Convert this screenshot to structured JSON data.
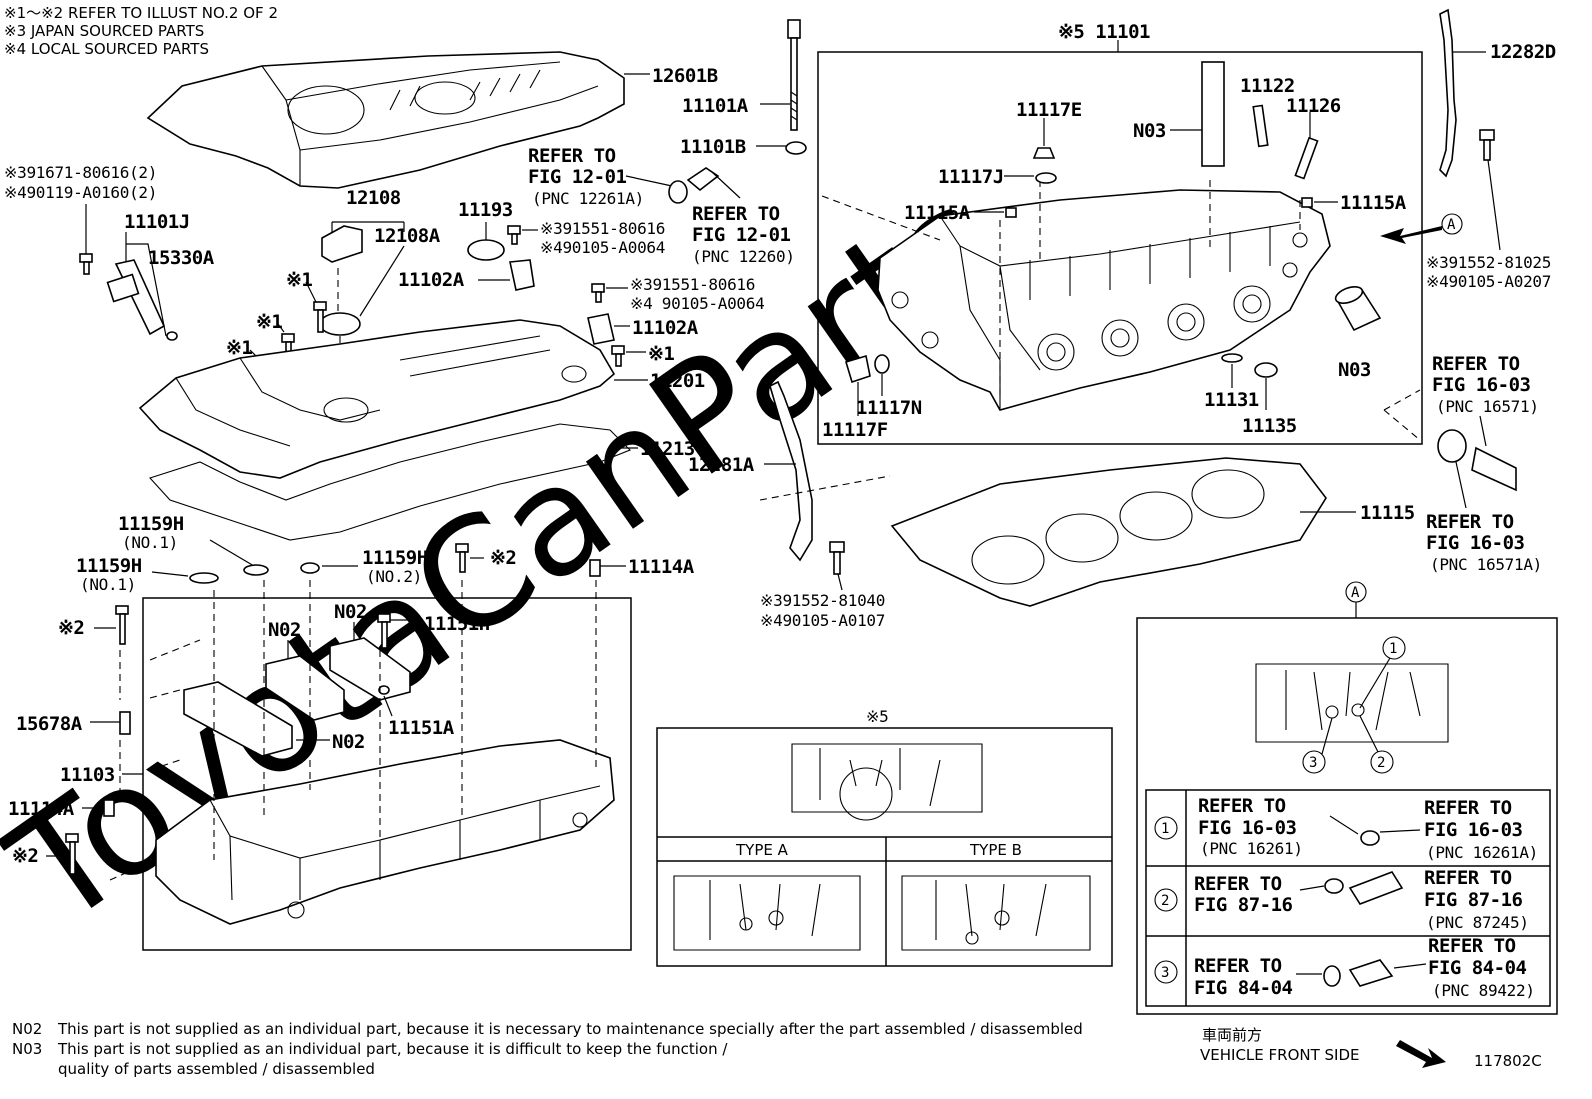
{
  "header": {
    "line1": "※1～※2  REFER TO ILLUST NO.2 OF 2",
    "line2": "※3 JAPAN SOURCED PARTS",
    "line3": "※4 LOCAL SOURCED PARTS"
  },
  "watermark": "ToyotaCanParts",
  "labels": {
    "p12601B": "12601B",
    "p11101A": "11101A",
    "p11101B": "11101B",
    "p11101": "※5 11101",
    "p12282D": "12282D",
    "p11122": "11122",
    "p11126": "11126",
    "p11117E": "11117E",
    "pN03a": "N03",
    "p11117J": "11117J",
    "p11115A_l": "11115A",
    "p11115A_r": "11115A",
    "bolt_tl_a": "※391671-80616(2)",
    "bolt_tl_b": "※490119-A0160(2)",
    "p12108": "12108",
    "p12108A": "12108A",
    "p11101J": "11101J",
    "p15330A": "15330A",
    "p11193": "11193",
    "bolt_c1_a": "※391551-80616",
    "bolt_c1_b": "※490105-A0064",
    "p11102A_1": "11102A",
    "bolt_c2_a": "※391551-80616",
    "bolt_c2_b": "※4 90105-A0064",
    "p11102A_2": "11102A",
    "p11201": "11201",
    "p11213": "11213",
    "refer1201a_1": "REFER TO",
    "refer1201a_2": "FIG 12-01",
    "refer1201a_3": "(PNC 12261A)",
    "refer1201b_1": "REFER TO",
    "refer1201b_2": "FIG 12-01",
    "refer1201b_3": "(PNC 12260)",
    "bolt_r_a": "※391552-81025",
    "bolt_r_b": "※490105-A0207",
    "pN03b": "N03",
    "p11117N": "11117N",
    "p11117F": "11117F",
    "p11131": "11131",
    "p11135": "11135",
    "refer1603a_1": "REFER TO",
    "refer1603a_2": "FIG 16-03",
    "refer1603a_3": "(PNC 16571)",
    "refer1603b_1": "REFER TO",
    "refer1603b_2": "FIG 16-03",
    "refer1603b_3": "(PNC 16571A)",
    "p12281A": "12281A",
    "p11115": "11115",
    "bolt_m_a": "※391552-81040",
    "bolt_m_b": "※490105-A0107",
    "p11159H_1": "11159H",
    "no1_1": "(NO.1)",
    "p11159H_2": "11159H",
    "no1_2": "(NO.1)",
    "p11159H_3": "11159H",
    "no2": "(NO.2)",
    "mark2_a": "※2",
    "p11114A_a": "11114A",
    "mark2_b": "※2",
    "pN02_a": "N02",
    "pN02_b": "N02",
    "p11151H": "11151H",
    "p15678A": "15678A",
    "pN02_c": "N02",
    "p11151A": "11151A",
    "p11103": "11103",
    "p11114A_b": "11114A",
    "mark2_c": "※2",
    "mark1_a": "※1",
    "mark1_b": "※1",
    "mark1_c": "※1",
    "mark1_d": "※1",
    "circleA_top": "A",
    "circleA_view": "A"
  },
  "inset5": {
    "title": "※5",
    "typeA": "TYPE A",
    "typeB": "TYPE B"
  },
  "insetA": {
    "rows": [
      {
        "num": "1",
        "left": [
          "REFER TO",
          "FIG 16-03",
          "(PNC 16261)"
        ],
        "right": [
          "REFER TO",
          "FIG 16-03",
          "(PNC 16261A)"
        ]
      },
      {
        "num": "2",
        "left": [
          "REFER TO",
          "FIG 87-16"
        ],
        "right": [
          "REFER TO",
          "FIG 87-16",
          "(PNC 87245)"
        ]
      },
      {
        "num": "3",
        "left": [
          "REFER TO",
          "FIG 84-04"
        ],
        "right": [
          "REFER TO",
          "FIG 84-04",
          "(PNC 89422)"
        ]
      }
    ],
    "callouts": [
      "1",
      "2",
      "3"
    ]
  },
  "notes": {
    "n02_code": "N02",
    "n02_text": "This part is not supplied as an individual part, because it is necessary to maintenance specially after the part assembled / disassembled",
    "n03_code": "N03",
    "n03_text": "This part is not supplied as an individual part, because it is difficult to keep the function /",
    "n03_text2": "quality of parts  assembled / disassembled"
  },
  "footer": {
    "jp": "車両前方",
    "front": "VEHICLE FRONT SIDE",
    "code": "117802C"
  }
}
